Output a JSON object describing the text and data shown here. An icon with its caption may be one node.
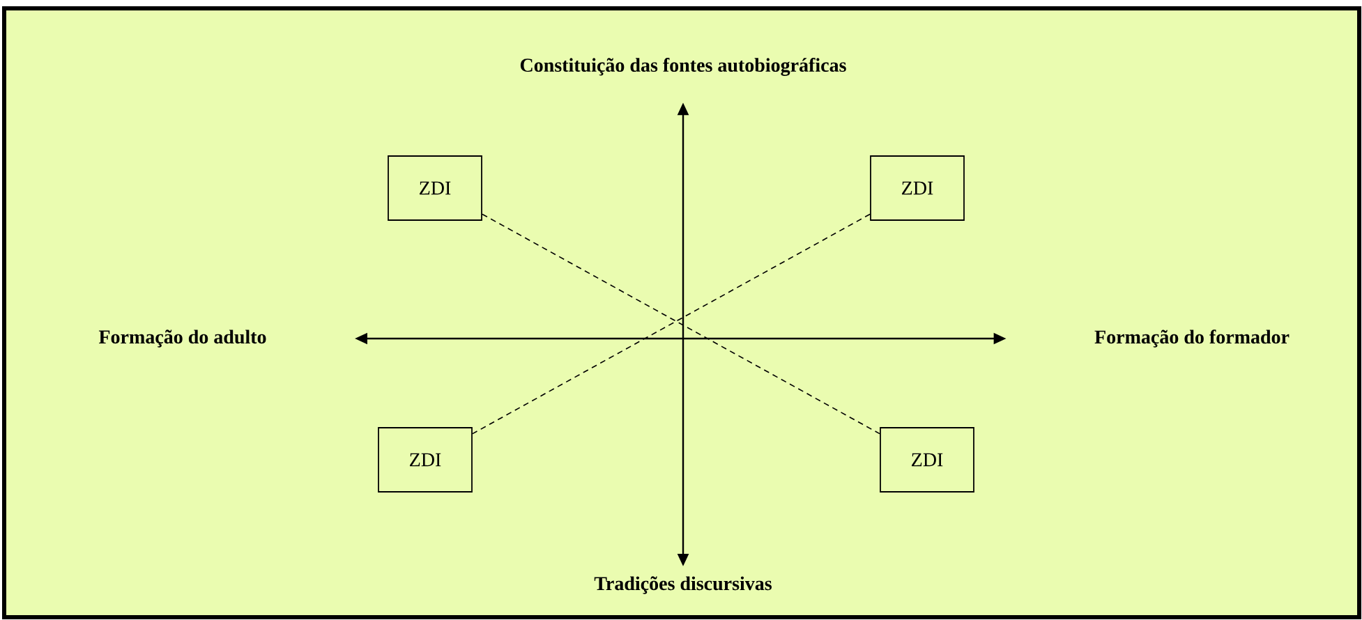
{
  "diagram": {
    "nodes": [
      {
        "text": [
          "Constituição das fontes autobiográficas"
        ]
      },
      {
        "text": [
          "Formação do adulto"
        ]
      },
      {
        "text": [
          "Formação do formador"
        ]
      },
      {
        "text": [
          "Tradições discursivas"
        ]
      },
      {
        "text": [
          "ZDI"
        ]
      },
      {
        "text": [
          "ZDI"
        ]
      },
      {
        "text": [
          "ZDI"
        ]
      },
      {
        "text": [
          "ZDI"
        ]
      }
    ],
    "edges": [
      {
        "from": 1,
        "to": 2,
        "arrow": "both"
      },
      {
        "from": 3,
        "to": 0,
        "arrow": "both"
      },
      {
        "from": 4,
        "to": 7,
        "arrow": "none",
        "style": "dashed"
      },
      {
        "from": 5,
        "to": 6,
        "arrow": "none",
        "style": "dashed"
      }
    ]
  }
}
